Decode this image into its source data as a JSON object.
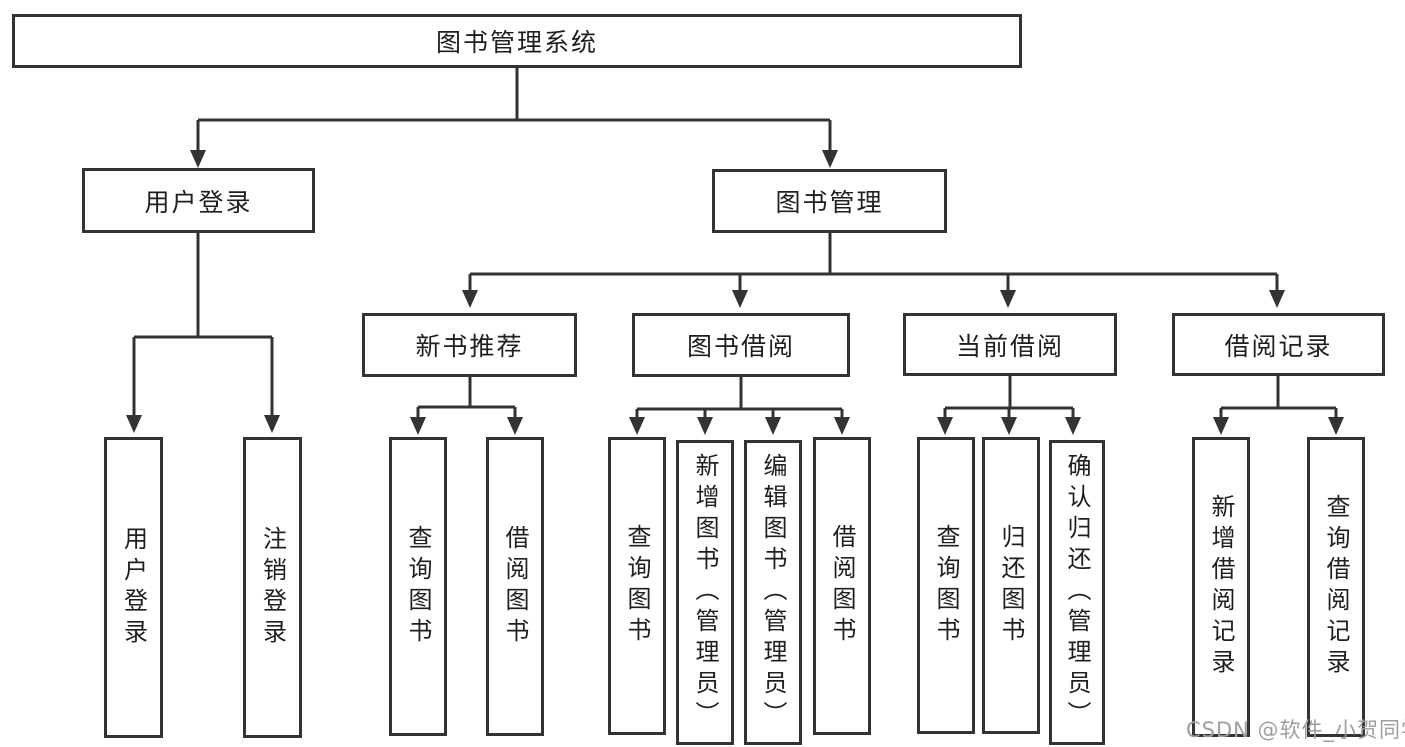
{
  "diagram": {
    "root": {
      "label": "图书管理系统"
    },
    "branches": [
      {
        "label": "用户登录",
        "children": [
          {
            "label": "用户登录"
          },
          {
            "label": "注销登录"
          }
        ]
      },
      {
        "label": "图书管理",
        "children": [
          {
            "label": "新书推荐",
            "children": [
              {
                "label": "查询图书"
              },
              {
                "label": "借阅图书"
              }
            ]
          },
          {
            "label": "图书借阅",
            "children": [
              {
                "label": "查询图书"
              },
              {
                "label": "新增图书（管理员）"
              },
              {
                "label": "编辑图书（管理员）"
              },
              {
                "label": "借阅图书"
              }
            ]
          },
          {
            "label": "当前借阅",
            "children": [
              {
                "label": "查询图书"
              },
              {
                "label": "归还图书"
              },
              {
                "label": "确认归还（管理员）"
              }
            ]
          },
          {
            "label": "借阅记录",
            "children": [
              {
                "label": "新增借阅记录"
              },
              {
                "label": "查询借阅记录"
              }
            ]
          }
        ]
      }
    ]
  },
  "watermark": {
    "text": "CSDN @软件_小贺同学"
  },
  "colors": {
    "line": "#333333",
    "text": "#1f1f1f",
    "background": "#ffffff",
    "watermark": "#9e9e9e"
  }
}
